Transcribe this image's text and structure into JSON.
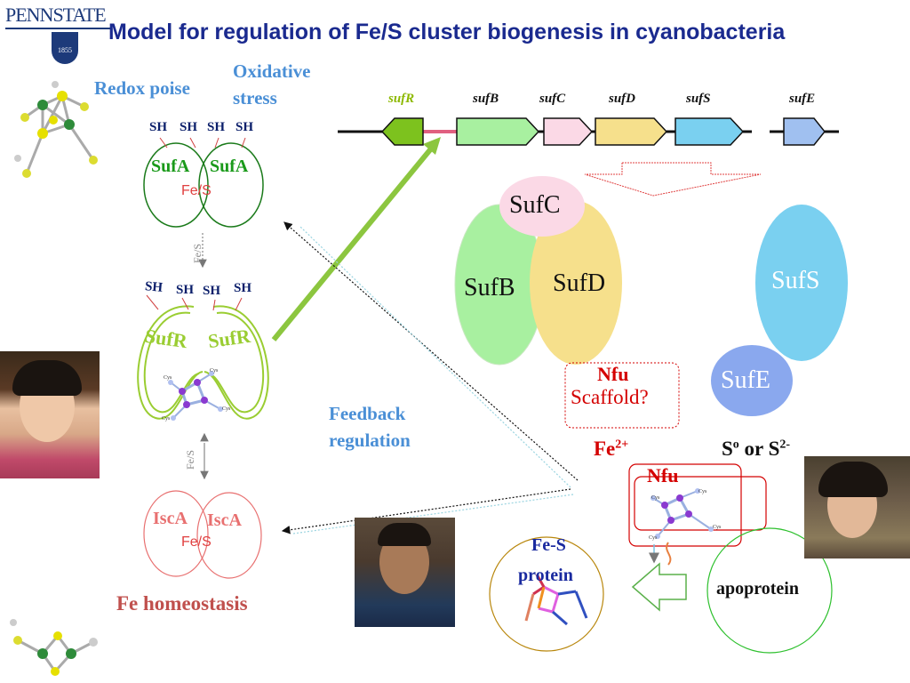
{
  "title": "Model for regulation of Fe/S cluster biogenesis in cyanobacteria",
  "logo": {
    "text": "PENNSTATE",
    "year": "1855"
  },
  "left": {
    "redox_label": "Redox poise",
    "oxidative_label_1": "Oxidative",
    "oxidative_label_2": "stress",
    "sh": "SH",
    "sufa_label": "SufA",
    "fes_label": "Fe/S",
    "sufr_label": "SufR",
    "isca_label": "IscA",
    "fe_homeostasis": "Fe homeostasis",
    "cys_label": "Cys"
  },
  "middle": {
    "feedback_1": "Feedback",
    "feedback_2": "regulation"
  },
  "genes": [
    "sufR",
    "sufB",
    "sufC",
    "sufD",
    "sufS",
    "sufE"
  ],
  "complex": {
    "sufc": "SufC",
    "sufb": "SufB",
    "sufd": "SufD",
    "sufs": "SufS",
    "sufe": "SufE"
  },
  "nfu_box": {
    "nfu": "Nfu",
    "scaffold": "Scaffold?"
  },
  "lower": {
    "fe_base": "Fe",
    "fe_sup": "2+",
    "s_base": "S",
    "s_sup": "o",
    "or_text": " or S",
    "s2_sup": "2-",
    "nfu": "Nfu",
    "fes_protein_1": "Fe-S",
    "fes_protein_2": "protein",
    "apoprotein": "apoprotein"
  },
  "colors": {
    "title": "#1a2a8f",
    "sufa_green": "#1a9a1a",
    "sufr_yellowgreen": "#9acd32",
    "isca_pink": "#e87070",
    "fe_homeostasis": "#c0504d",
    "feedback_blue": "#4a8fd6",
    "nfu_red": "#d40000"
  }
}
